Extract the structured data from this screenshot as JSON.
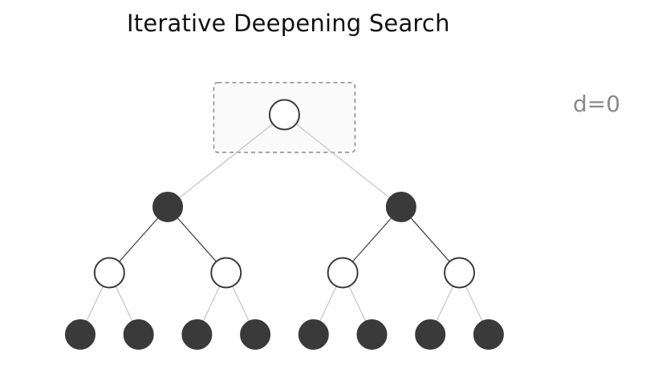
{
  "title": "Iterative Deepening Search",
  "depth_label": "d=0",
  "colors": {
    "filled_node": "#3a3a3a",
    "open_node_stroke": "#3a3a3a",
    "open_node_fill": "#ffffff",
    "edge_light": "#c4c4c4",
    "edge_dark": "#3a3a3a",
    "highlight_box_fill": "#fafafa",
    "highlight_box_stroke": "#8a8a8a",
    "title_text": "#111111",
    "depth_text": "#8a8a8a"
  },
  "tree": {
    "levels": [
      [
        "open"
      ],
      [
        "filled",
        "filled"
      ],
      [
        "open",
        "open",
        "open",
        "open"
      ],
      [
        "filled",
        "filled",
        "filled",
        "filled",
        "filled",
        "filled",
        "filled",
        "filled"
      ]
    ],
    "edge_styles": [
      "light",
      "dark",
      "light"
    ],
    "highlighted_level": 0
  }
}
